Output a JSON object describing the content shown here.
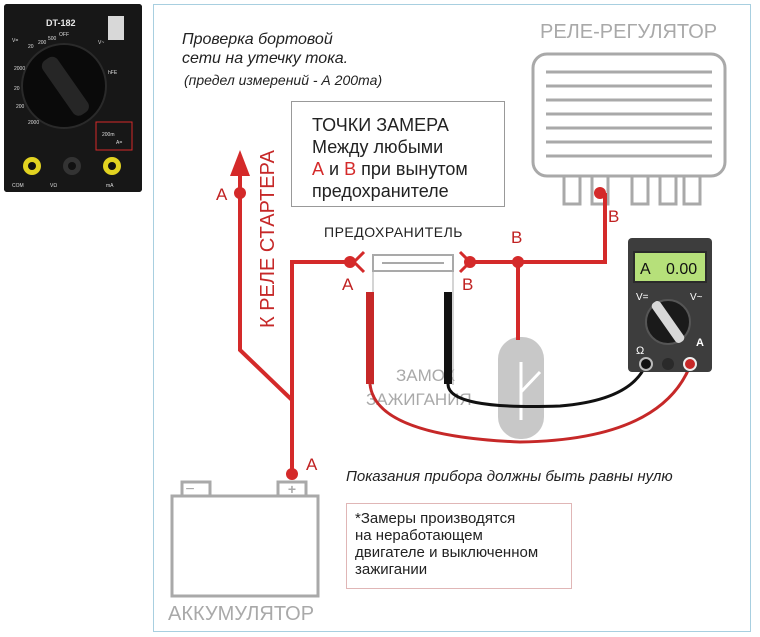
{
  "multimeter_photo": {
    "model": "DT-182",
    "dial_labels": [
      "V=",
      "OFF",
      "20",
      "200",
      "500",
      "V~",
      "hFE",
      "2000",
      "20",
      "200",
      "2000",
      "200m",
      "A=",
      "COM",
      "VΩ",
      "mA"
    ]
  },
  "title": {
    "line1": "Проверка бортовой",
    "line2": "сети на утечку тока.",
    "subtitle": "(предел измерений - А 200ma)"
  },
  "points_box": {
    "heading": "ТОЧКИ ЗАМЕРА",
    "line2": "Между любыми",
    "a": "А",
    "and": " и ",
    "b": "В",
    "line3_rest": " при вынутом",
    "line4": "предохранителе"
  },
  "components": {
    "regulator": "РЕЛЕ-РЕГУЛЯТОР",
    "fuse": "ПРЕДОХРАНИТЕЛЬ",
    "ignition_line1": "ЗАМОК",
    "ignition_line2": "ЗАЖИГАНИЯ",
    "battery": "АККУМУЛЯТОР",
    "starter_relay": "К РЕЛЕ СТАРТЕРА",
    "battery_minus": "−",
    "battery_plus": "+"
  },
  "point_labels": {
    "a_starter": "A",
    "a_fuse": "A",
    "b_fuse": "B",
    "b_junction": "B",
    "b_regulator": "B",
    "a_battery": "A"
  },
  "multimeter": {
    "range": "A",
    "value": "0.00",
    "v_dc": "V=",
    "v_ac": "V~",
    "ohm": "Ω",
    "amp": "A"
  },
  "reading_text": "Показания прибора должны быть равны нулю",
  "note": {
    "line1": "*Замеры производятся",
    "line2": "на неработающем",
    "line3": "двигателе и выключенном",
    "line4": "зажигании"
  },
  "colors": {
    "wire_red": "#d42a2a",
    "wire_black": "#111111",
    "component_grey": "#a9a9a9",
    "display_green": "#b6e07a",
    "panel_border": "#a8cfe0"
  }
}
